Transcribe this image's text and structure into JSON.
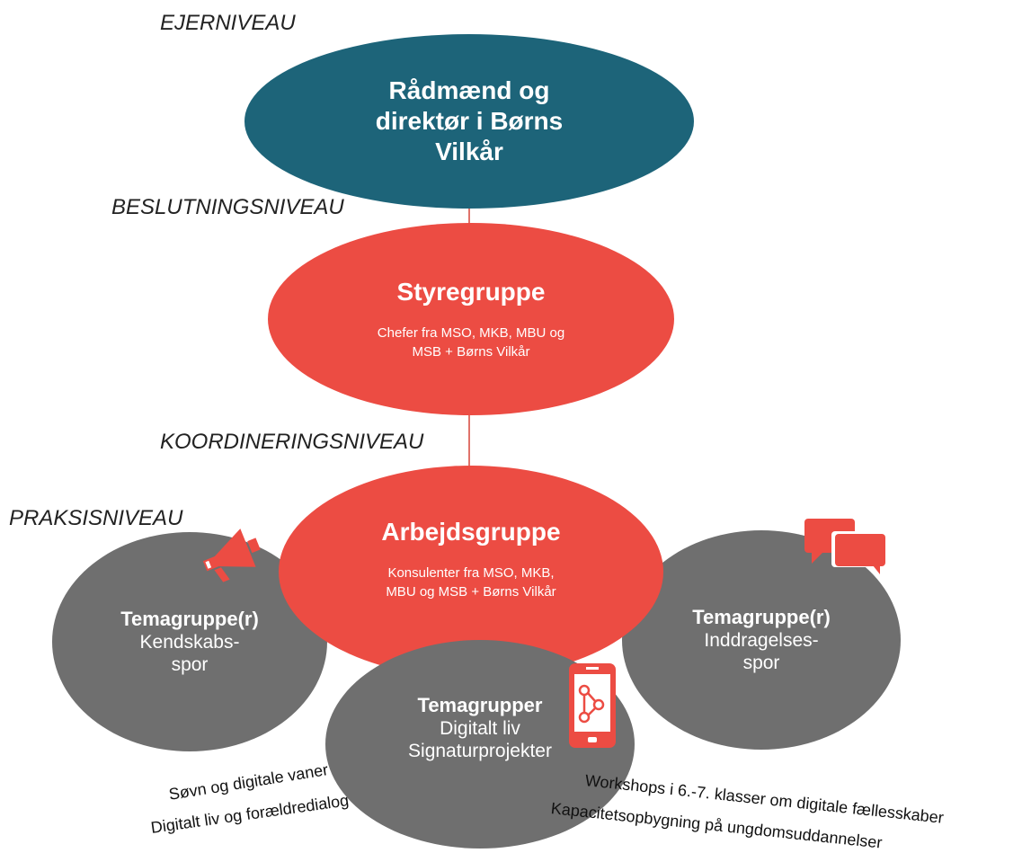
{
  "levels": {
    "owner": "EJERNIVEAU",
    "decision": "BESLUTNINGSNIVEAU",
    "coordination": "KOORDINERINGSNIVEAU",
    "practice": "PRAKSISNIVEAU"
  },
  "owner_node": {
    "line1": "Rådmænd og",
    "line2": "direktør i Børns",
    "line3": "Vilkår"
  },
  "steering": {
    "title": "Styregruppe",
    "sub1": "Chefer fra MSO, MKB, MBU og",
    "sub2": "MSB + Børns Vilkår"
  },
  "working": {
    "title": "Arbejdsgruppe",
    "sub1": "Konsulenter fra MSO, MKB,",
    "sub2": "MBU og MSB + Børns Vilkår"
  },
  "theme_left": {
    "title": "Temagruppe(r)",
    "sub1": "Kendskabs-",
    "sub2": "spor"
  },
  "theme_right": {
    "title": "Temagruppe(r)",
    "sub1": "Inddragelses-",
    "sub2": "spor"
  },
  "theme_bottom": {
    "title": "Temagrupper",
    "sub1": "Digitalt liv",
    "sub2": "Signaturprojekter"
  },
  "projects": {
    "left1": "Søvn og digitale vaner",
    "left2": "Digitalt liv og forældredialog",
    "right1": "Workshops i 6.-7. klasser om digitale fællesskaber",
    "right2": "Kapacitetsopbygning på ungdomsuddannelser"
  },
  "colors": {
    "owner": "#1d6479",
    "red": "#ec4c43",
    "gray": "#6f6f6f"
  },
  "icons": {
    "left": "megaphone-icon",
    "right": "speech-bubbles-icon",
    "bottom": "smartphone-icon"
  }
}
